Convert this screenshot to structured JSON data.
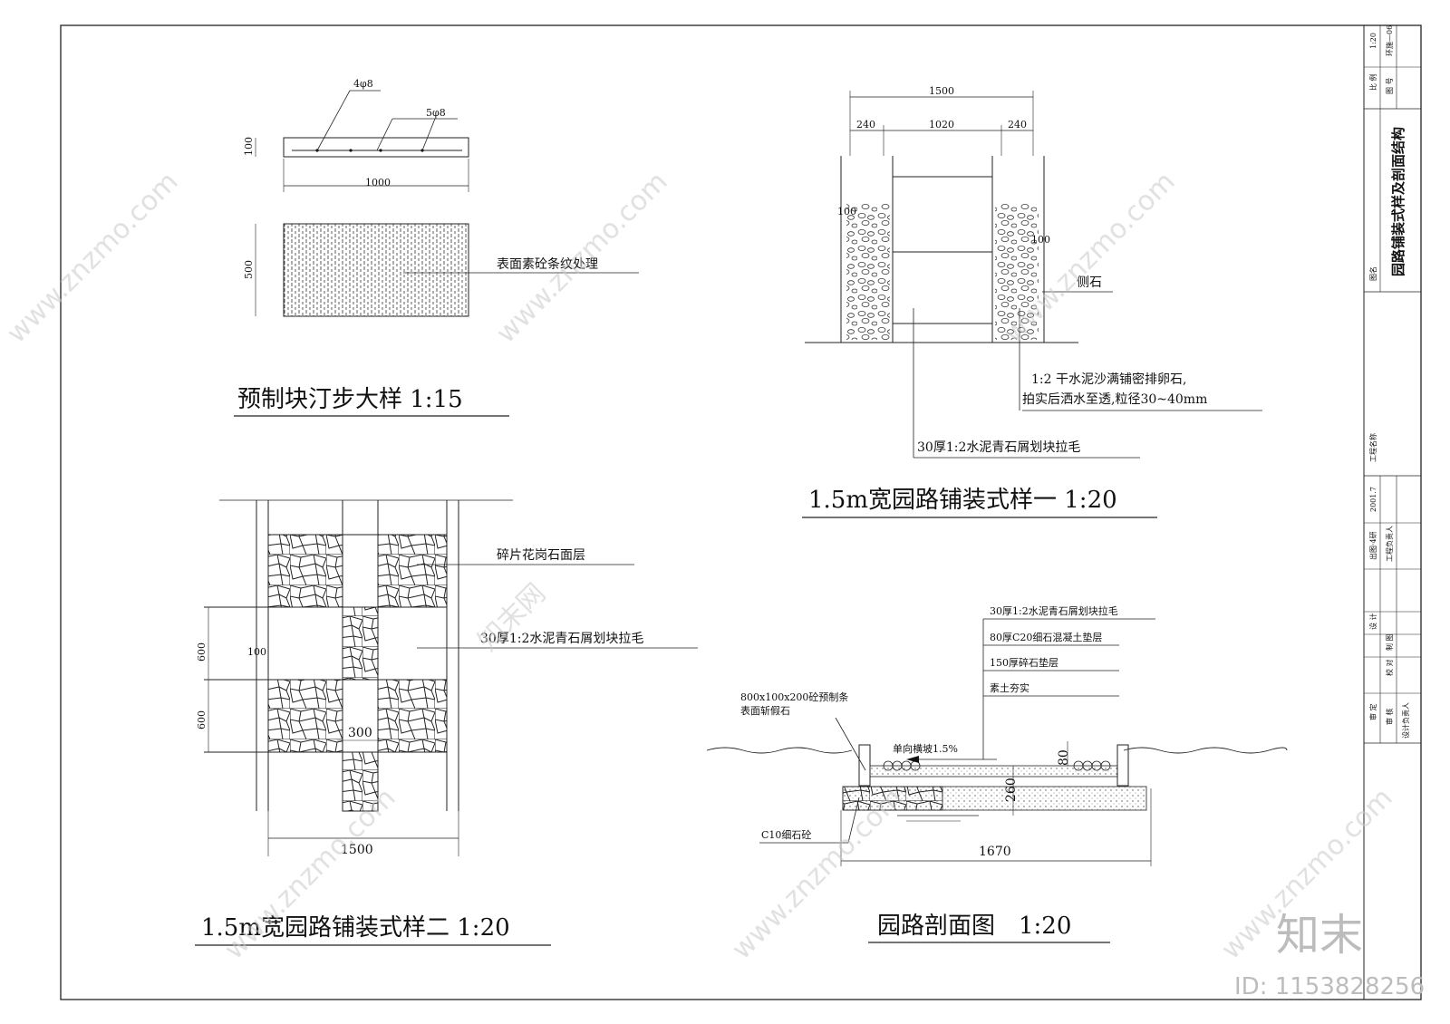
{
  "drawing": {
    "detail1": {
      "title": "预制块汀步大样 1:15",
      "rebar_a": "4φ8",
      "rebar_b": "5φ8",
      "dim_thickness": "100",
      "dim_length": "1000",
      "dim_width": "500",
      "note_surface": "表面素砼条纹处理"
    },
    "detail2": {
      "title": "1.5m宽园路铺装式样一 1:20",
      "dim_total": "1500",
      "dim_left": "240",
      "dim_mid": "1020",
      "dim_right": "240",
      "dim_left_100": "100",
      "dim_right_100": "100",
      "note_curb": "侧石",
      "note_pebble_1": "1:2 干水泥沙满铺密排卵石,",
      "note_pebble_2": "拍实后洒水至透,粒径30~40mm",
      "note_block": "30厚1:2水泥青石屑划块拉毛"
    },
    "detail3": {
      "title": "1.5m宽园路铺装式样二 1:20",
      "note_granite": "碎片花岗石面层",
      "note_block": "30厚1:2水泥青石屑划块拉毛",
      "dim_600a": "600",
      "dim_600b": "600",
      "dim_100": "100",
      "dim_300": "300",
      "dim_1500": "1500"
    },
    "detail4": {
      "title": "园路剖面图　1:20",
      "layer_1": "30厚1:2水泥青石屑划块拉毛",
      "layer_2": "80厚C20细石混凝土垫层",
      "layer_3": "150厚碎石垫层",
      "layer_4": "素土夯实",
      "note_precast_1": "800x100x200砼预制条",
      "note_precast_2": "表面斩假石",
      "slope": "单向横坡1.5%",
      "note_c10": "C10细石砼",
      "dim_80": "80",
      "dim_260": "260",
      "dim_1670": "1670"
    }
  },
  "title_block": {
    "scale_label": "比 例",
    "scale_value": "1:20",
    "drawing_no_label": "图 号",
    "drawing_no_value": "环施—06",
    "drawing_name_label": "图名",
    "drawing_name": "园路铺装式样及剖面结构",
    "project_name_label": "工程名称",
    "date_value": "2001.7",
    "design_stage": "出图·4研",
    "project_lead": "工程负责人",
    "design": "设 计",
    "drawing": "制 图",
    "check": "校 对",
    "approve": "审 定",
    "review": "审 核",
    "design_lead": "设计负责人"
  },
  "watermark": {
    "site": "www.znzmo.com",
    "brand": "知末网",
    "logo": "知末",
    "id": "ID: 1153828256"
  }
}
